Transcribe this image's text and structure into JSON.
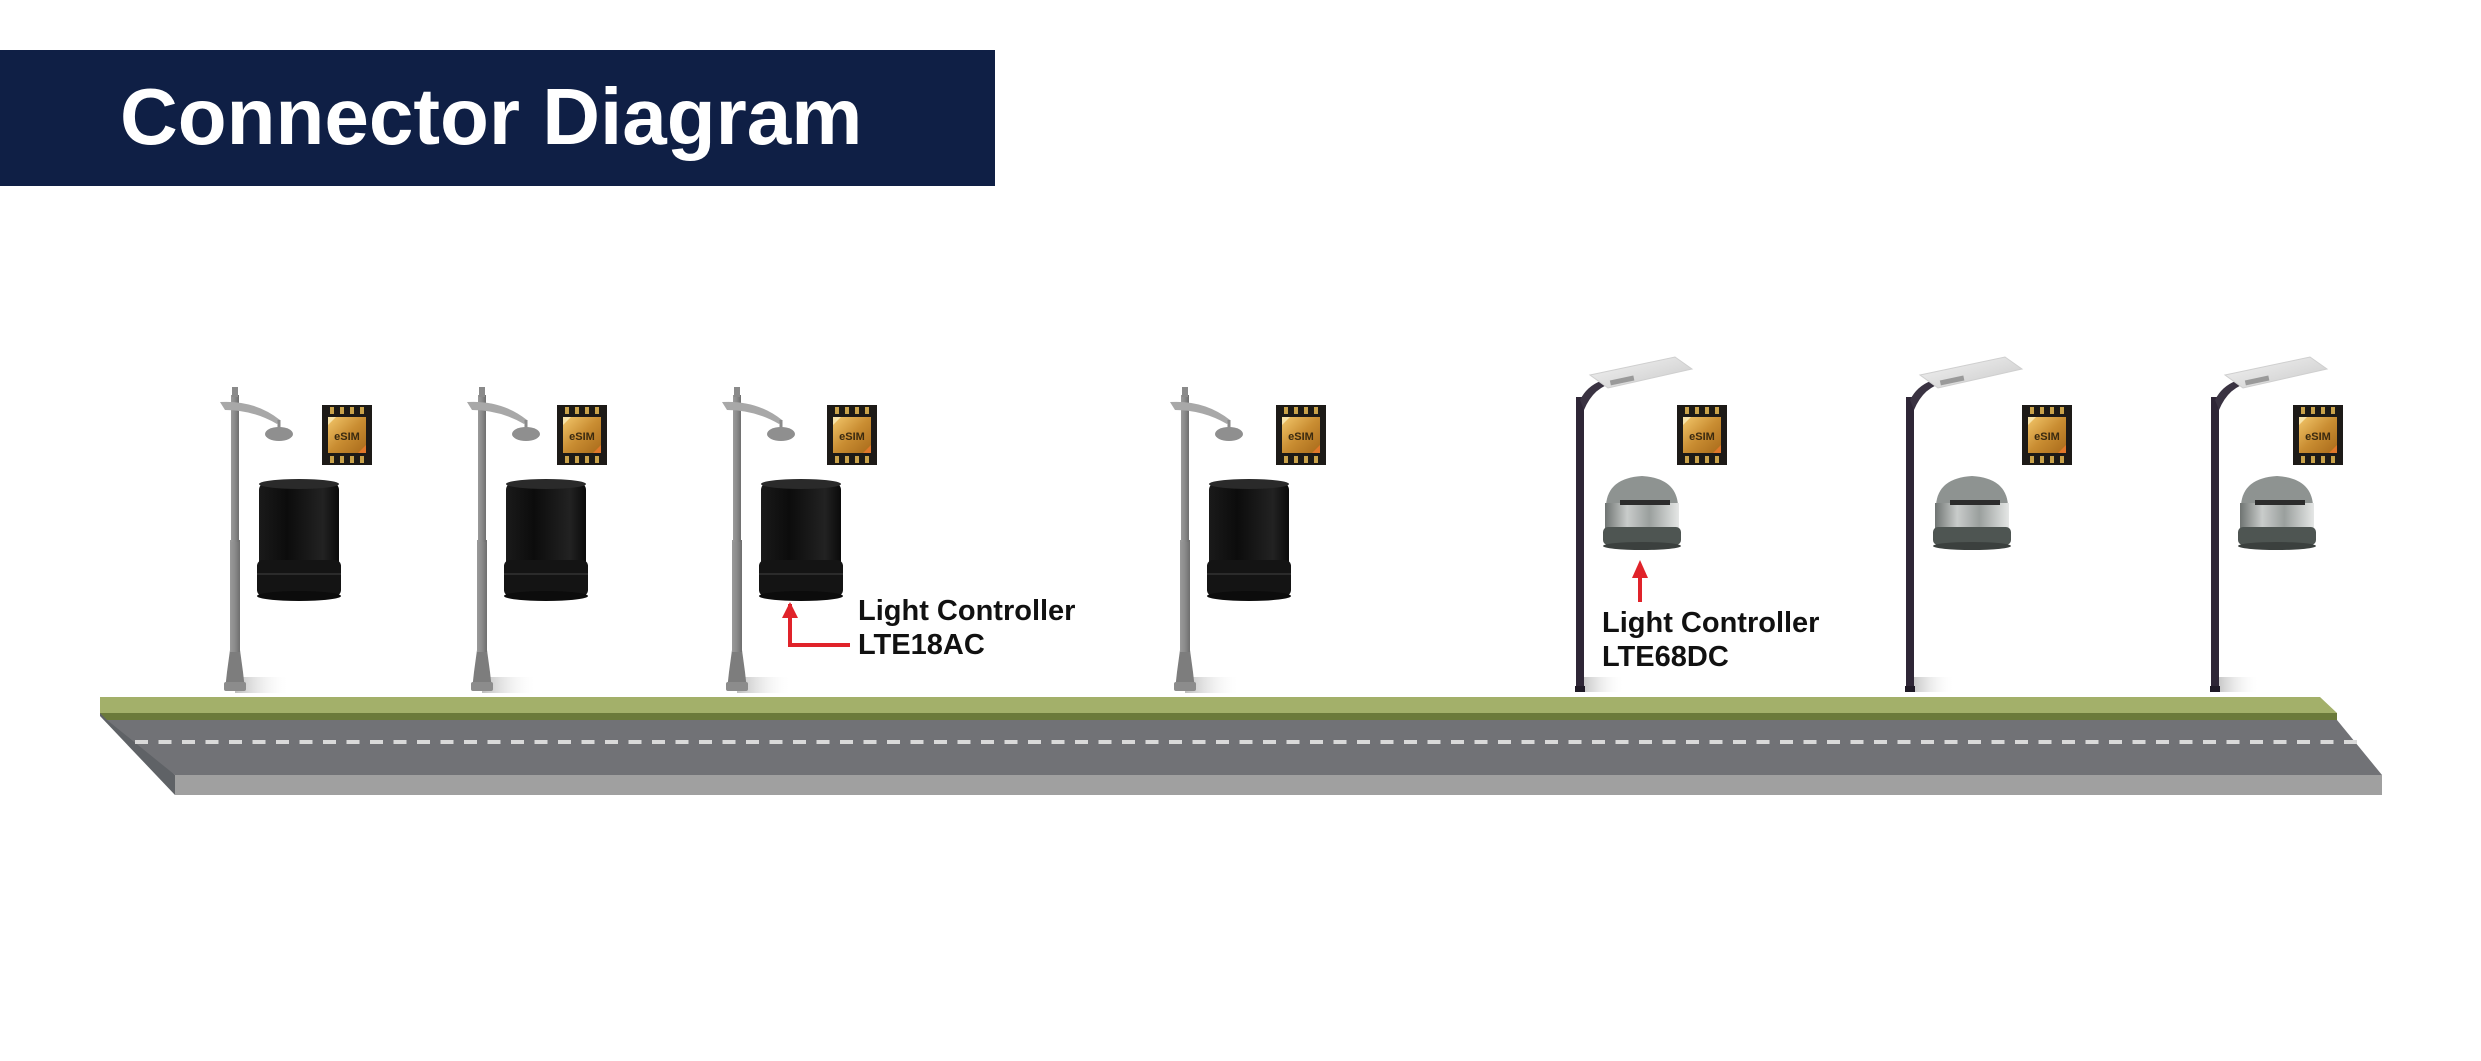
{
  "header": {
    "title": "Connector Diagram"
  },
  "colors": {
    "title_bar": "#0f1f45",
    "title_text": "#ffffff",
    "grass": "#a3b06a",
    "grass_edge": "#6b7a3a",
    "asphalt": "#717276",
    "road_front": "#a0a0a0",
    "road_side": "#5f6266",
    "lane_marking": "#d9d9d9",
    "arrow": "#e0232a",
    "pole_ac": "#8a8a8a",
    "pole_dc": "#2e2636"
  },
  "groups": [
    {
      "type": "AC",
      "pole_style": "decorative-pendant-lamp",
      "controller_style": "black-cylinder",
      "pole_count": 4
    },
    {
      "type": "DC",
      "pole_style": "solar-panel-lamp",
      "controller_style": "clear-dome",
      "pole_count": 3
    }
  ],
  "esim_label": "eSIM",
  "callouts": [
    {
      "line1": "Light Controller",
      "line2": "LTE18AC"
    },
    {
      "line1": "Light Controller",
      "line2": "LTE68DC"
    }
  ]
}
